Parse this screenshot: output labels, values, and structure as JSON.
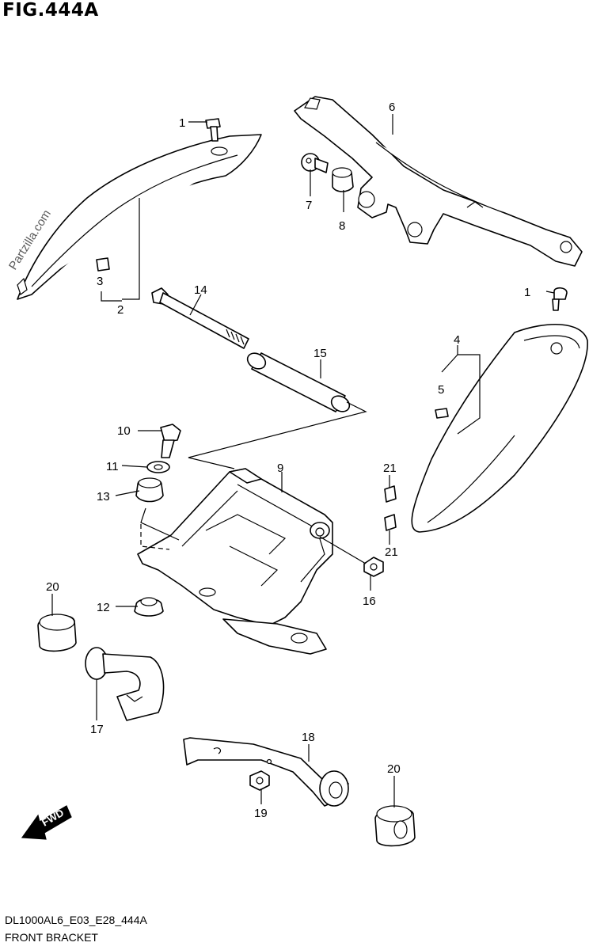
{
  "figure": {
    "title": "FIG.444A",
    "model_code": "DL1000AL6_E03_E28_444A",
    "section_name": "FRONT BRACKET",
    "watermark": "Partzilla.com",
    "fwd_label": "FWD"
  },
  "callouts": [
    {
      "id": "c1a",
      "number": "1"
    },
    {
      "id": "c2",
      "number": "2"
    },
    {
      "id": "c3",
      "number": "3"
    },
    {
      "id": "c6",
      "number": "6"
    },
    {
      "id": "c7",
      "number": "7"
    },
    {
      "id": "c8",
      "number": "8"
    },
    {
      "id": "c14",
      "number": "14"
    },
    {
      "id": "c1b",
      "number": "1"
    },
    {
      "id": "c4",
      "number": "4"
    },
    {
      "id": "c5",
      "number": "5"
    },
    {
      "id": "c15",
      "number": "15"
    },
    {
      "id": "c10",
      "number": "10"
    },
    {
      "id": "c11",
      "number": "11"
    },
    {
      "id": "c13",
      "number": "13"
    },
    {
      "id": "c9",
      "number": "9"
    },
    {
      "id": "c21a",
      "number": "21"
    },
    {
      "id": "c21b",
      "number": "21"
    },
    {
      "id": "c16",
      "number": "16"
    },
    {
      "id": "c20a",
      "number": "20"
    },
    {
      "id": "c12",
      "number": "12"
    },
    {
      "id": "c17",
      "number": "17"
    },
    {
      "id": "c18",
      "number": "18"
    },
    {
      "id": "c19",
      "number": "19"
    },
    {
      "id": "c20b",
      "number": "20"
    }
  ]
}
